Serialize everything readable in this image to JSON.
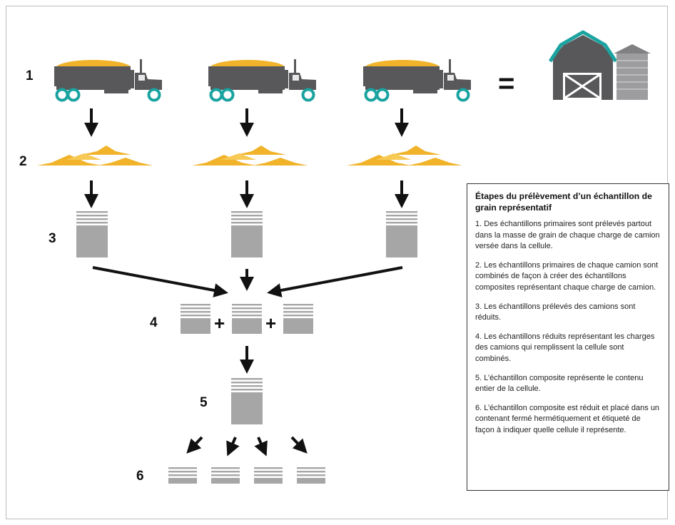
{
  "step_numbers": [
    "1",
    "2",
    "3",
    "4",
    "5",
    "6"
  ],
  "operators": {
    "equals": "=",
    "plus": "+"
  },
  "icons": {
    "truck": "grain-truck-icon",
    "grain": "grain-pile-icon",
    "sample": "sample-stack-icon",
    "barn": "barn-and-silo-icon",
    "arrow": "down-arrow-icon"
  },
  "colors": {
    "truck_body": "#58585b",
    "wheel": "#1aa3a0",
    "grain": "#f0b32a",
    "sample": "#a6a6a6",
    "barn": "#58585b",
    "barn_roof": "#1aa3a0",
    "silo": "#9d9d9f"
  },
  "legend": {
    "title": "Étapes du prélèvement d’un échantillon de grain représentatif",
    "items": [
      "1. Des échantillons primaires sont prélevés partout dans la masse de grain de chaque charge de camion versée dans la cellule.",
      "2. Les échantillons primaires de chaque camion sont combinés de façon à créer des échantillons composites représentant chaque charge de camion.",
      "3. Les échantillons prélevés des camions sont réduits.",
      "4. Les échantillons réduits représentant les charges des camions qui remplissent la cellule sont combinés.",
      "5. L’échantillon composite représente le contenu entier de la cellule.",
      "6. L’échantillon composite est réduit et placé dans un contenant fermé hermétiquement et étiqueté de façon à indiquer quelle cellule il représente."
    ]
  }
}
